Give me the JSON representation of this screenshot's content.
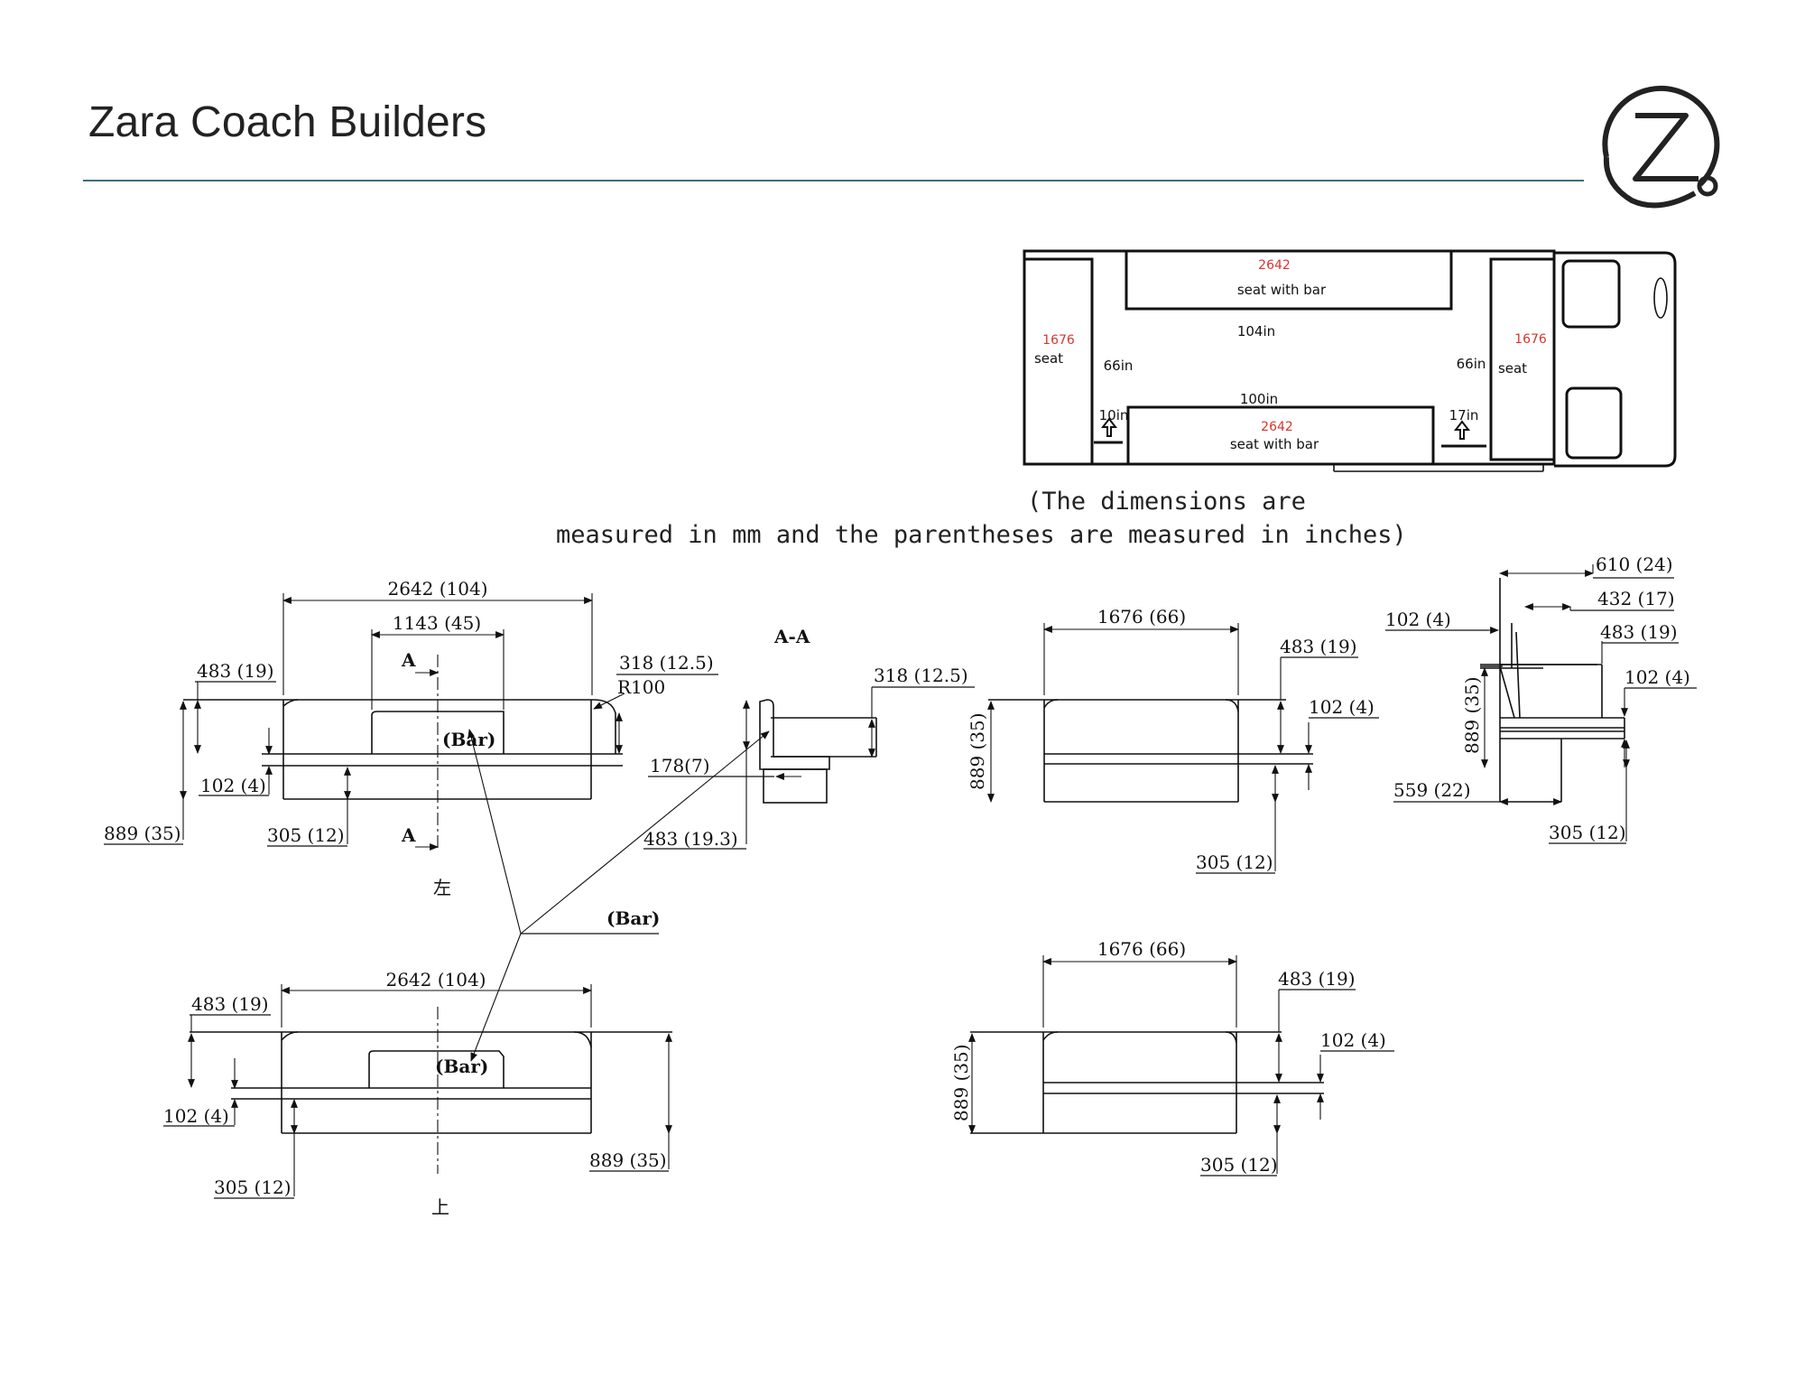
{
  "header": {
    "title": "Zara Coach Builders",
    "logo_icon": "zara-z-logo-icon",
    "rule_color": "#3d6c86"
  },
  "note": {
    "line1": "(The dimensions are",
    "line2": "measured in mm and the parentheses are measured in inches)"
  },
  "plan": {
    "top_seat_mm": "2642",
    "top_seat_label": "seat with bar",
    "width_104": "104in",
    "left_seat_mm": "1676",
    "left_seat_label": "seat",
    "left_gap": "66in",
    "right_gap": "66in",
    "right_seat_mm": "1676",
    "right_seat_label": "seat",
    "width_100": "100in",
    "left_step": "10in",
    "right_step": "17in",
    "bottom_seat_mm": "2642",
    "bottom_seat_label": "seat with bar",
    "highlight_color": "#d3362e"
  },
  "views": {
    "front_top": {
      "overall": "2642 (104)",
      "bar_width": "1143 (45)",
      "back_height": "483 (19)",
      "radius_dim": "318 (12.5)",
      "radius": "R100",
      "seat_thick": "102 (4)",
      "total_height": "889 (35)",
      "leg": "305 (12)",
      "section_a_top": "A",
      "section_a_bottom": "A",
      "bar": "(Bar)",
      "side_mark": "左"
    },
    "section": {
      "title": "A-A",
      "top": "318 (12.5)",
      "step": "178(7)",
      "height": "483 (19.3)"
    },
    "bar_callout": "(Bar)",
    "front_bottom": {
      "overall": "2642 (104)",
      "back_height": "483 (19)",
      "seat_thick": "102 (4)",
      "leg": "305 (12)",
      "total_height": "889 (35)",
      "bar": "(Bar)",
      "side_mark": "上"
    },
    "seat_top": {
      "width": "1676 (66)",
      "back_height": "483 (19)",
      "seat_thick": "102 (4)",
      "total_height": "889 (35)",
      "leg": "305 (12)"
    },
    "seat_bottom": {
      "width": "1676 (66)",
      "back_height": "483 (19)",
      "seat_thick": "102 (4)",
      "total_height": "889 (35)",
      "leg": "305 (12)"
    },
    "side": {
      "depth": "610 (24)",
      "upper": "432 (17)",
      "back_height": "483 (19)",
      "left_thick": "102 (4)",
      "right_thick": "102 (4)",
      "total_height": "889 (35)",
      "seat_depth": "559 (22)",
      "leg": "305 (12)"
    }
  }
}
